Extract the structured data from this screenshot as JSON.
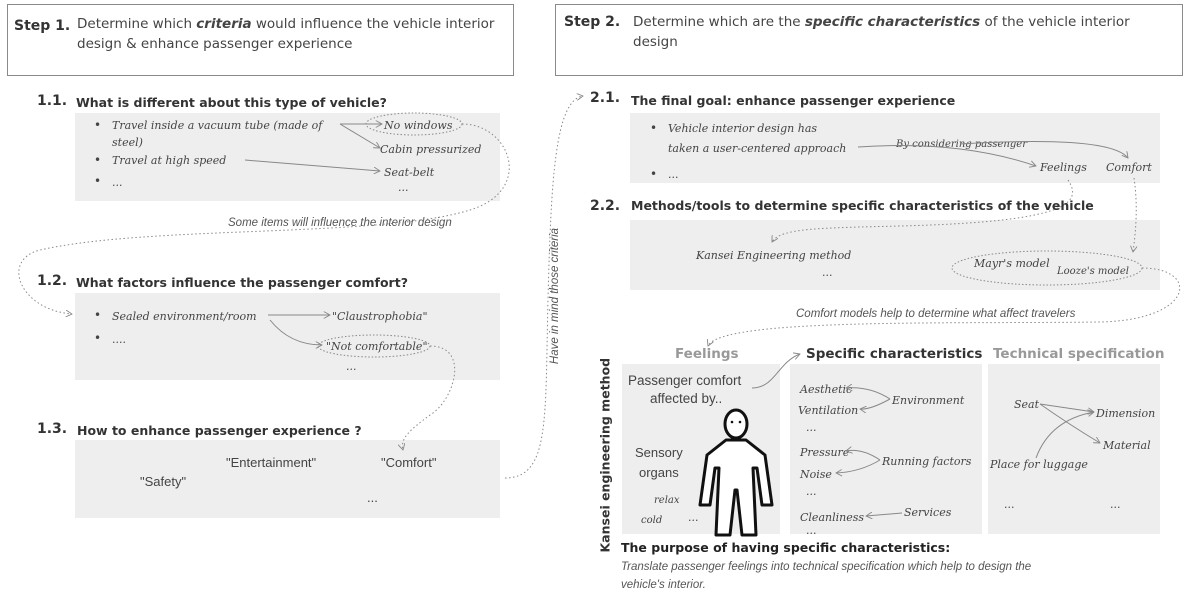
{
  "step1": {
    "label": "Step 1.",
    "text_before": "Determine which ",
    "text_emph": "criteria",
    "text_after": " would influence the vehicle interior design & enhance passenger experience"
  },
  "step2": {
    "label": "Step 2.",
    "text_before": "Determine which are the ",
    "text_emph": "specific characteristics",
    "text_after": " of the vehicle interior design"
  },
  "s1_1": {
    "num": "1.1.",
    "title": "What is different about this type of vehicle?",
    "items": [
      "Travel inside a vacuum tube (made of",
      "steel)",
      "Travel at high speed",
      "..."
    ],
    "no_windows": "No windows",
    "cabin": "Cabin pressurized",
    "seatbelt": "Seat-belt",
    "dots": "..."
  },
  "note_influence": "Some items will influence the interior design",
  "s1_2": {
    "num": "1.2.",
    "title": "What factors influence the passenger comfort?",
    "items": [
      "Sealed environment/room",
      "...."
    ],
    "claustro": "\"Claustrophobia\"",
    "notcomf": "\"Not comfortable\"",
    "dots": "..."
  },
  "s1_3": {
    "num": "1.3.",
    "title": "How to enhance passenger experience ?",
    "entertainment": "\"Entertainment\"",
    "comfort": "\"Comfort\"",
    "safety": "\"Safety\"",
    "dots": "..."
  },
  "vertical_note": "Have in mind those criteria",
  "s2_1": {
    "num": "2.1.",
    "title": "The final goal: enhance passenger experience",
    "item1a": "Vehicle interior design has",
    "item1b": "taken a user-centered approach",
    "item2": "...",
    "by_considering": "By considering passenger",
    "feelings": "Feelings",
    "comfort": "Comfort"
  },
  "s2_2": {
    "num": "2.2.",
    "title": "Methods/tools to determine specific characteristics of the vehicle",
    "kansei": "Kansei Engineering method",
    "dots": "...",
    "mayr": "Mayr's model",
    "looze": "Looze's model"
  },
  "note_models": "Comfort models help to determine what affect travelers",
  "kansei_vertical": "Kansei engineering method",
  "feelings_col": {
    "head": "Feelings",
    "passenger": "Passenger comfort",
    "affected": "affected by..",
    "sensory": "Sensory",
    "organs": "organs",
    "relax": "relax",
    "cold": "cold",
    "dots": "..."
  },
  "specific_col": {
    "head": "Specific characteristics",
    "aesthetic": "Aesthetic",
    "ventilation": "Ventilation",
    "environment": "Environment",
    "dots1": "...",
    "pressure": "Pressure",
    "noise": "Noise",
    "running": "Running factors",
    "dots2": "...",
    "cleanliness": "Cleanliness",
    "services": "Services",
    "dots3": "..."
  },
  "tech_col": {
    "head": "Technical specification",
    "seat": "Seat",
    "dimension": "Dimension",
    "material": "Material",
    "luggage": "Place for luggage",
    "dots1": "...",
    "dots2": "..."
  },
  "purpose": {
    "title": "The purpose of having specific characteristics:",
    "line1": "Translate passenger feelings into technical specification which help to design the",
    "line2": "vehicle's interior."
  },
  "colors": {
    "panel": "#eeeeee",
    "border": "#8a8a8a",
    "arrow": "#888888",
    "text": "#333333"
  }
}
